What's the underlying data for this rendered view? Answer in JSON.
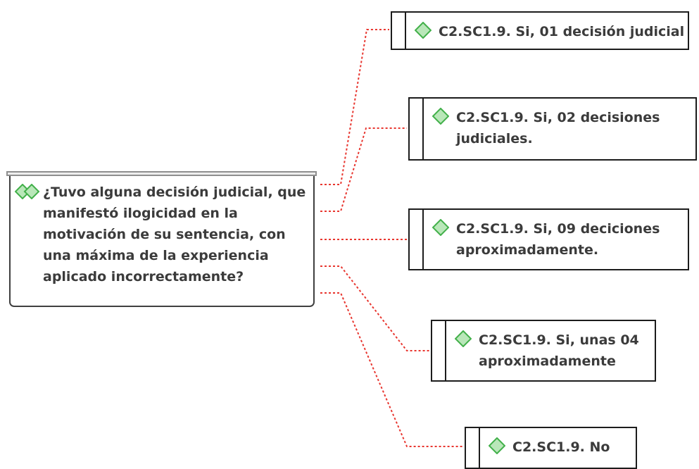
{
  "question": {
    "text": "¿Tuvo alguna decisión judicial, que manifestó ilogicidad en la motivación de su sentencia, con una máxima de la experiencia aplicado incorrectamente?",
    "icon": "double-diamond-icon"
  },
  "answers": [
    {
      "line1": "C2.SC1.9. Si, 01 decisión judicial",
      "line2": "",
      "icon": "diamond-icon"
    },
    {
      "line1": "C2.SC1.9. Si, 02 decisiones",
      "line2": "judiciales.",
      "icon": "diamond-icon"
    },
    {
      "line1": "C2.SC1.9. Si, 09 deciciones",
      "line2": "aproximadamente.",
      "icon": "diamond-icon"
    },
    {
      "line1": "C2.SC1.9. Si, unas 04",
      "line2": "aproximadamente",
      "icon": "diamond-icon"
    },
    {
      "line1": "C2.SC1.9. No",
      "line2": "",
      "icon": "diamond-icon"
    }
  ],
  "colors": {
    "connector": "#e8362f",
    "icon_fill": "#b9e7b9",
    "icon_stroke": "#42b04a",
    "text": "#3b3b3b",
    "border": "#1c1c1c"
  }
}
